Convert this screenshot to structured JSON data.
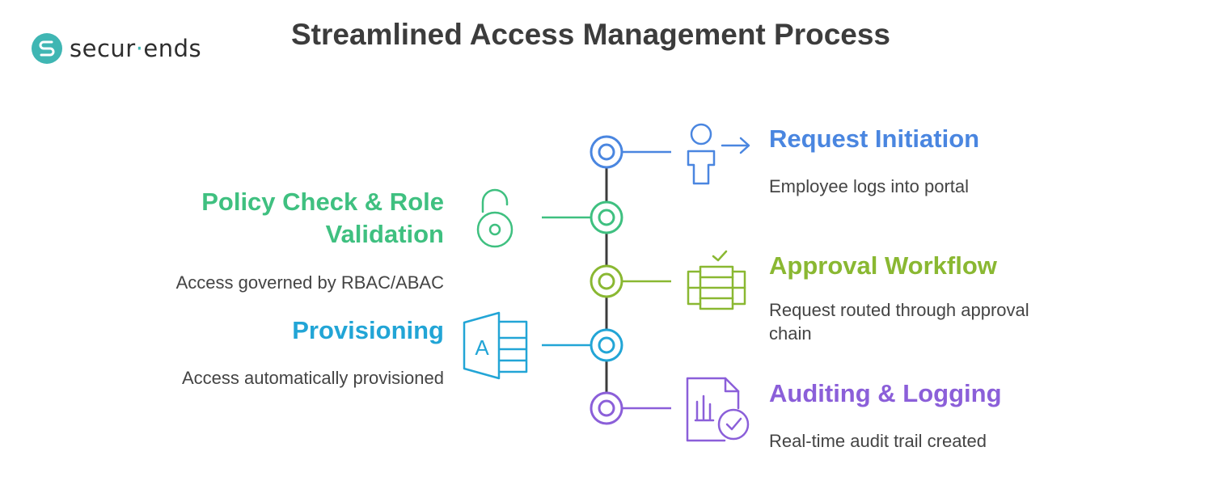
{
  "brand": {
    "left_part": "secur",
    "separator": "·",
    "right_part": "ends",
    "accent_color": "#3fb6b3"
  },
  "title": "Streamlined Access Management Process",
  "line_color": "#3c3c3c",
  "steps": [
    {
      "side": "right",
      "title": "Request Initiation",
      "description": "Employee logs into portal",
      "color": "#4a86e0",
      "icon": "user-request-icon"
    },
    {
      "side": "left",
      "title_lines": [
        "Policy Check & Role",
        "Validation"
      ],
      "description": "Access governed by RBAC/ABAC",
      "color": "#3fc080",
      "icon": "unlocked-padlock-icon"
    },
    {
      "side": "right",
      "title": "Approval Workflow",
      "description_lines": [
        "Request routed through approval",
        "chain"
      ],
      "color": "#8ab832",
      "icon": "approval-stack-icon"
    },
    {
      "side": "left",
      "title": "Provisioning",
      "description": "Access automatically provisioned",
      "color": "#22a5d6",
      "icon": "access-database-icon",
      "icon_letter": "A"
    },
    {
      "side": "right",
      "title": "Auditing & Logging",
      "description": "Real-time audit trail created",
      "color": "#8b5fd9",
      "icon": "audit-report-icon"
    }
  ]
}
